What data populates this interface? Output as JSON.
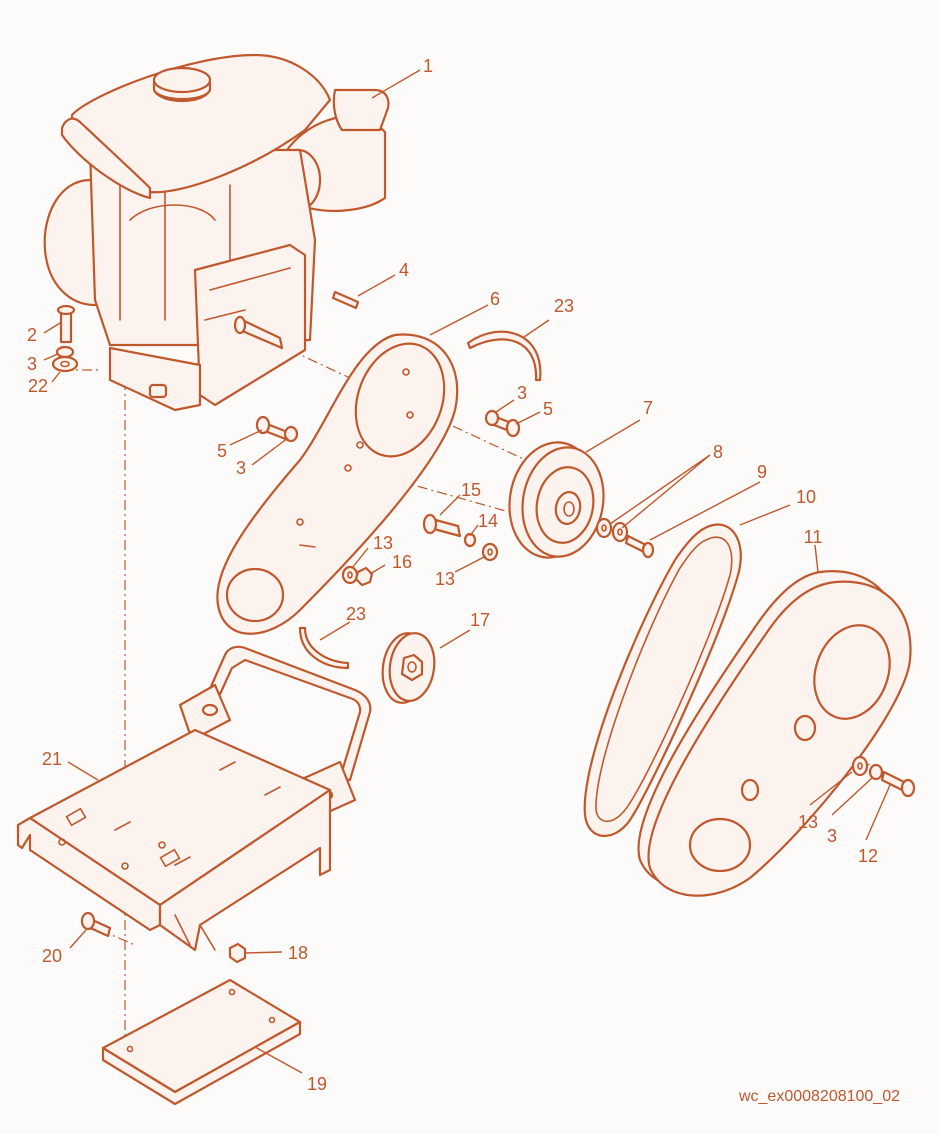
{
  "diagram": {
    "reference_code": "wc_ex0008208100_02",
    "colors": {
      "line": "#c0582e",
      "fill": "#fdf3ee",
      "background": "#fdfbf9"
    },
    "callouts": [
      "1",
      "2",
      "3",
      "22",
      "4",
      "6",
      "23",
      "3",
      "5",
      "5",
      "3",
      "7",
      "8",
      "9",
      "10",
      "11",
      "15",
      "14",
      "13",
      "16",
      "13",
      "23",
      "17",
      "21",
      "13",
      "3",
      "12",
      "20",
      "18",
      "19"
    ]
  }
}
